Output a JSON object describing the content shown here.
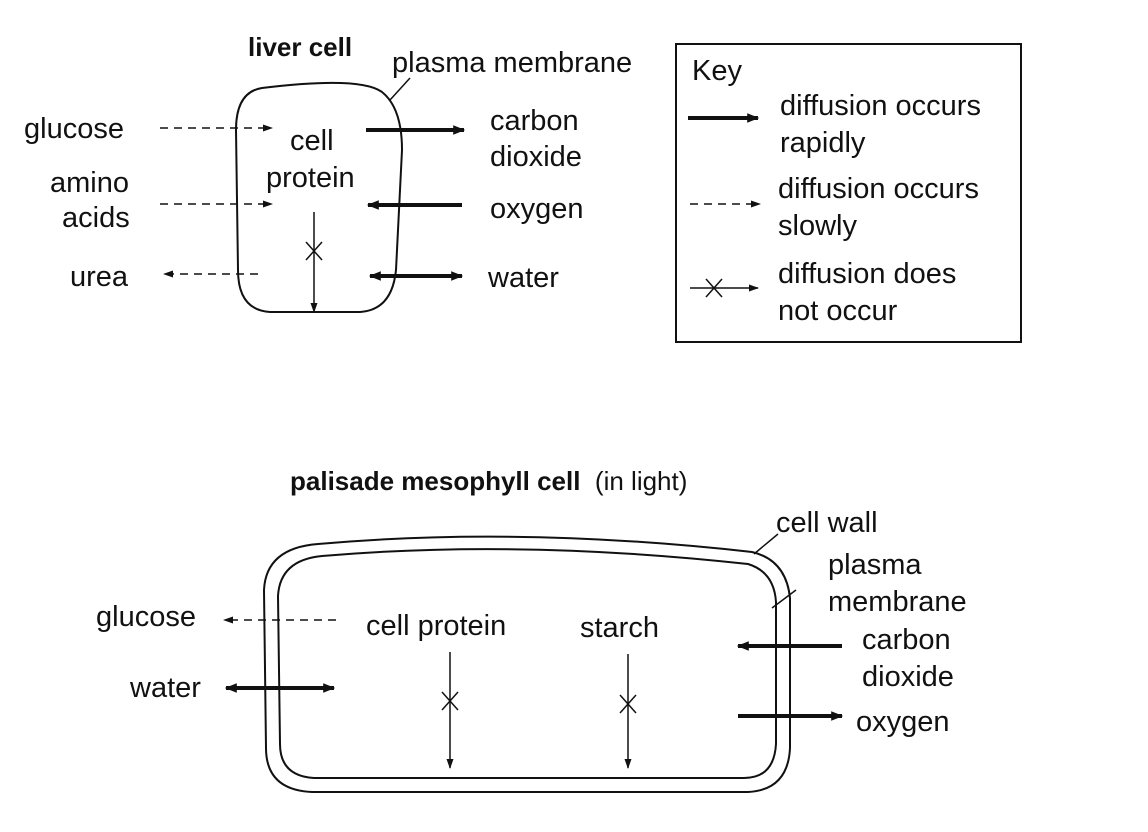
{
  "liver_cell": {
    "title": "liver cell",
    "membrane_label": "plasma membrane",
    "inner_label": [
      "cell",
      "protein"
    ],
    "inputs": {
      "glucose": "glucose",
      "amino_acids": [
        "amino",
        "acids"
      ],
      "urea": "urea"
    },
    "outputs": {
      "carbon_dioxide": [
        "carbon",
        "dioxide"
      ],
      "oxygen": "oxygen",
      "water": "water"
    }
  },
  "key": {
    "title": "Key",
    "rapid": [
      "diffusion occurs",
      "rapidly"
    ],
    "slow": [
      "diffusion occurs",
      "slowly"
    ],
    "none": [
      "diffusion does",
      "not occur"
    ]
  },
  "palisade_cell": {
    "title": "palisade mesophyll cell",
    "subtitle": "(in light)",
    "wall_label": "cell wall",
    "membrane_label": [
      "plasma",
      "membrane"
    ],
    "cell_protein": "cell protein",
    "starch": "starch",
    "glucose": "glucose",
    "water": "water",
    "carbon_dioxide": [
      "carbon",
      "dioxide"
    ],
    "oxygen": "oxygen"
  }
}
